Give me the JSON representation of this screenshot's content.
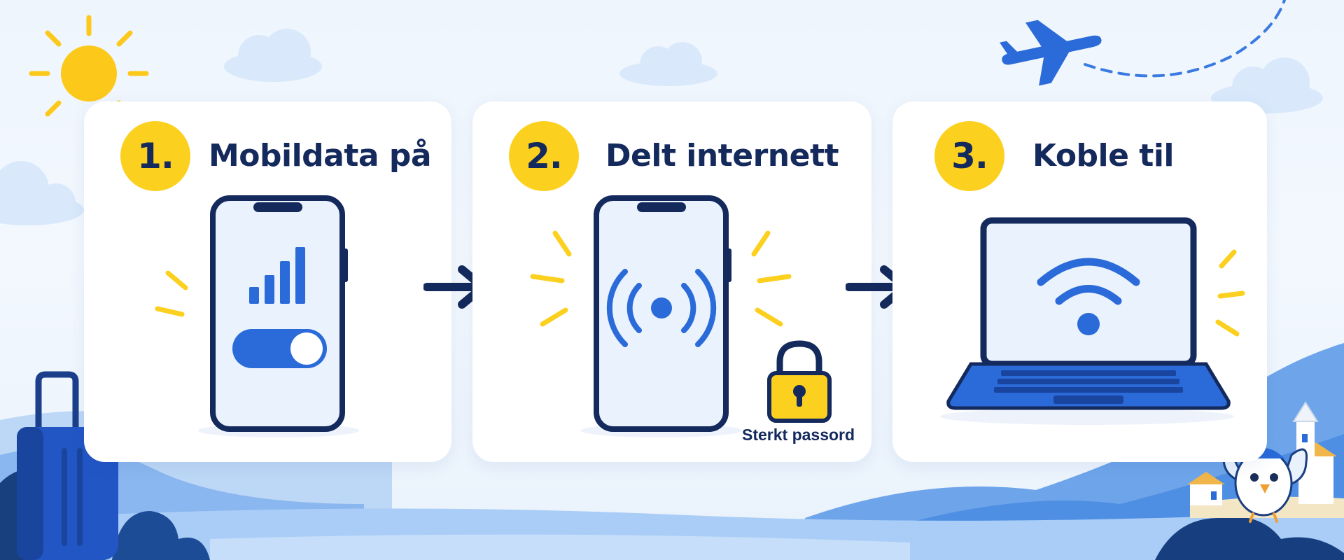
{
  "steps": [
    {
      "number": "1.",
      "title": "Mobildata på"
    },
    {
      "number": "2.",
      "title": "Delt internett",
      "caption": "Sterkt passord"
    },
    {
      "number": "3.",
      "title": "Koble til"
    }
  ],
  "colors": {
    "accent_yellow": "#fcd01f",
    "primary_blue": "#2a6ad9",
    "navy": "#14295c",
    "screen": "#eaf2fd"
  },
  "icons": [
    "sun-icon",
    "cloud-icon",
    "airplane-icon",
    "smartphone-icon",
    "signal-bars-icon",
    "toggle-switch-icon",
    "hotspot-icon",
    "padlock-icon",
    "laptop-icon",
    "wifi-icon",
    "arrow-right-icon",
    "suitcase-icon",
    "bird-mascot-icon",
    "village-icon"
  ]
}
